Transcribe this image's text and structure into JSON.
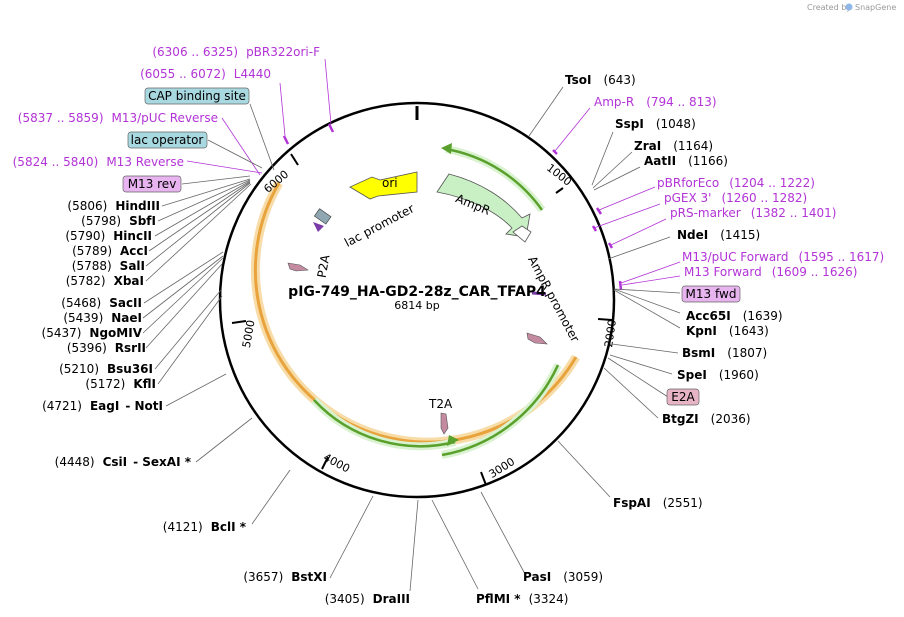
{
  "credit": {
    "prefix": "Created by",
    "brand": "SnapGene"
  },
  "map": {
    "name": "pIG-749_HA-GD2-28z_CAR_TFAP4",
    "length_label": "6814 bp",
    "ticks": [
      "1000",
      "2000",
      "3000",
      "4000",
      "5000",
      "6000"
    ]
  },
  "features": {
    "ori": "ori",
    "ampr": "AmpR",
    "ampr_promoter": "AmpR promoter",
    "lac_promoter": "lac promoter",
    "p2a": "P2A",
    "t2a": "T2A"
  },
  "boxed_labels": {
    "cap": "CAP binding site",
    "lac_operator": "lac operator",
    "m13_rev": "M13 rev",
    "m13_fwd": "M13 fwd",
    "e2a": "E2A"
  },
  "left_sites": [
    {
      "pos": "(6306 .. 6325)",
      "name": "pBR322ori-F",
      "kind": "primer"
    },
    {
      "pos": "(6055 .. 6072)",
      "name": "L4440",
      "kind": "primer"
    },
    {
      "pos": "(5837 .. 5859)",
      "name": "M13/pUC Reverse",
      "kind": "primer"
    },
    {
      "pos": "(5824 .. 5840)",
      "name": "M13 Reverse",
      "kind": "primer"
    },
    {
      "pos": "(5806)",
      "name": "HindIII",
      "kind": "enzyme"
    },
    {
      "pos": "(5798)",
      "name": "SbfI",
      "kind": "enzyme"
    },
    {
      "pos": "(5790)",
      "name": "HincII",
      "kind": "enzyme"
    },
    {
      "pos": "(5789)",
      "name": "AccI",
      "kind": "enzyme"
    },
    {
      "pos": "(5788)",
      "name": "SalI",
      "kind": "enzyme"
    },
    {
      "pos": "(5782)",
      "name": "XbaI",
      "kind": "enzyme"
    },
    {
      "pos": "(5468)",
      "name": "SacII",
      "kind": "enzyme"
    },
    {
      "pos": "(5439)",
      "name": "NaeI",
      "kind": "enzyme"
    },
    {
      "pos": "(5437)",
      "name": "NgoMIV",
      "kind": "enzyme"
    },
    {
      "pos": "(5396)",
      "name": "RsrII",
      "kind": "enzyme"
    },
    {
      "pos": "(5210)",
      "name": "Bsu36I",
      "kind": "enzyme"
    },
    {
      "pos": "(5172)",
      "name": "KflI",
      "kind": "enzyme"
    },
    {
      "pos": "(4721)",
      "name": "EagI",
      "extra": "- NotI",
      "kind": "enzyme"
    },
    {
      "pos": "(4448)",
      "name": "CsiI",
      "extra": "- SexAI *",
      "kind": "enzyme"
    },
    {
      "pos": "(4121)",
      "name": "BclI *",
      "kind": "enzyme"
    },
    {
      "pos": "(3657)",
      "name": "BstXI",
      "kind": "enzyme"
    },
    {
      "pos": "(3405)",
      "name": "DraIII",
      "kind": "enzyme"
    }
  ],
  "right_sites": [
    {
      "name": "TsoI",
      "pos": "(643)",
      "kind": "enzyme"
    },
    {
      "name": "Amp-R",
      "pos": "(794 .. 813)",
      "kind": "primer"
    },
    {
      "name": "SspI",
      "pos": "(1048)",
      "kind": "enzyme"
    },
    {
      "name": "ZraI",
      "pos": "(1164)",
      "kind": "enzyme"
    },
    {
      "name": "AatII",
      "pos": "(1166)",
      "kind": "enzyme"
    },
    {
      "name": "pBRforEco",
      "pos": "(1204 .. 1222)",
      "kind": "primer"
    },
    {
      "name": "pGEX 3'",
      "pos": "(1260 .. 1282)",
      "kind": "primer"
    },
    {
      "name": "pRS-marker",
      "pos": "(1382 .. 1401)",
      "kind": "primer"
    },
    {
      "name": "NdeI",
      "pos": "(1415)",
      "kind": "enzyme"
    },
    {
      "name": "M13/pUC Forward",
      "pos": "(1595 .. 1617)",
      "kind": "primer"
    },
    {
      "name": "M13 Forward",
      "pos": "(1609 .. 1626)",
      "kind": "primer"
    },
    {
      "name": "Acc65I",
      "pos": "(1639)",
      "kind": "enzyme"
    },
    {
      "name": "KpnI",
      "pos": "(1643)",
      "kind": "enzyme"
    },
    {
      "name": "BsmI",
      "pos": "(1807)",
      "kind": "enzyme"
    },
    {
      "name": "SpeI",
      "pos": "(1960)",
      "kind": "enzyme"
    },
    {
      "name": "BtgZI",
      "pos": "(2036)",
      "kind": "enzyme"
    },
    {
      "name": "FspAI",
      "pos": "(2551)",
      "kind": "enzyme"
    },
    {
      "name": "PasI",
      "pos": "(3059)",
      "kind": "enzyme"
    },
    {
      "name": "PflMI *",
      "pos": "(3324)",
      "kind": "enzyme"
    }
  ],
  "colors": {
    "primer": "#b233d6",
    "orange_feature": "#e8a33c",
    "green_feature": "#5aa02c",
    "ampr_fill": "#c9f0c4",
    "ori_fill": "#ffff00",
    "cap_box": "#a8d8e0",
    "m13_box": "#e8b4f0",
    "e2a_box": "#e6b4c4"
  }
}
